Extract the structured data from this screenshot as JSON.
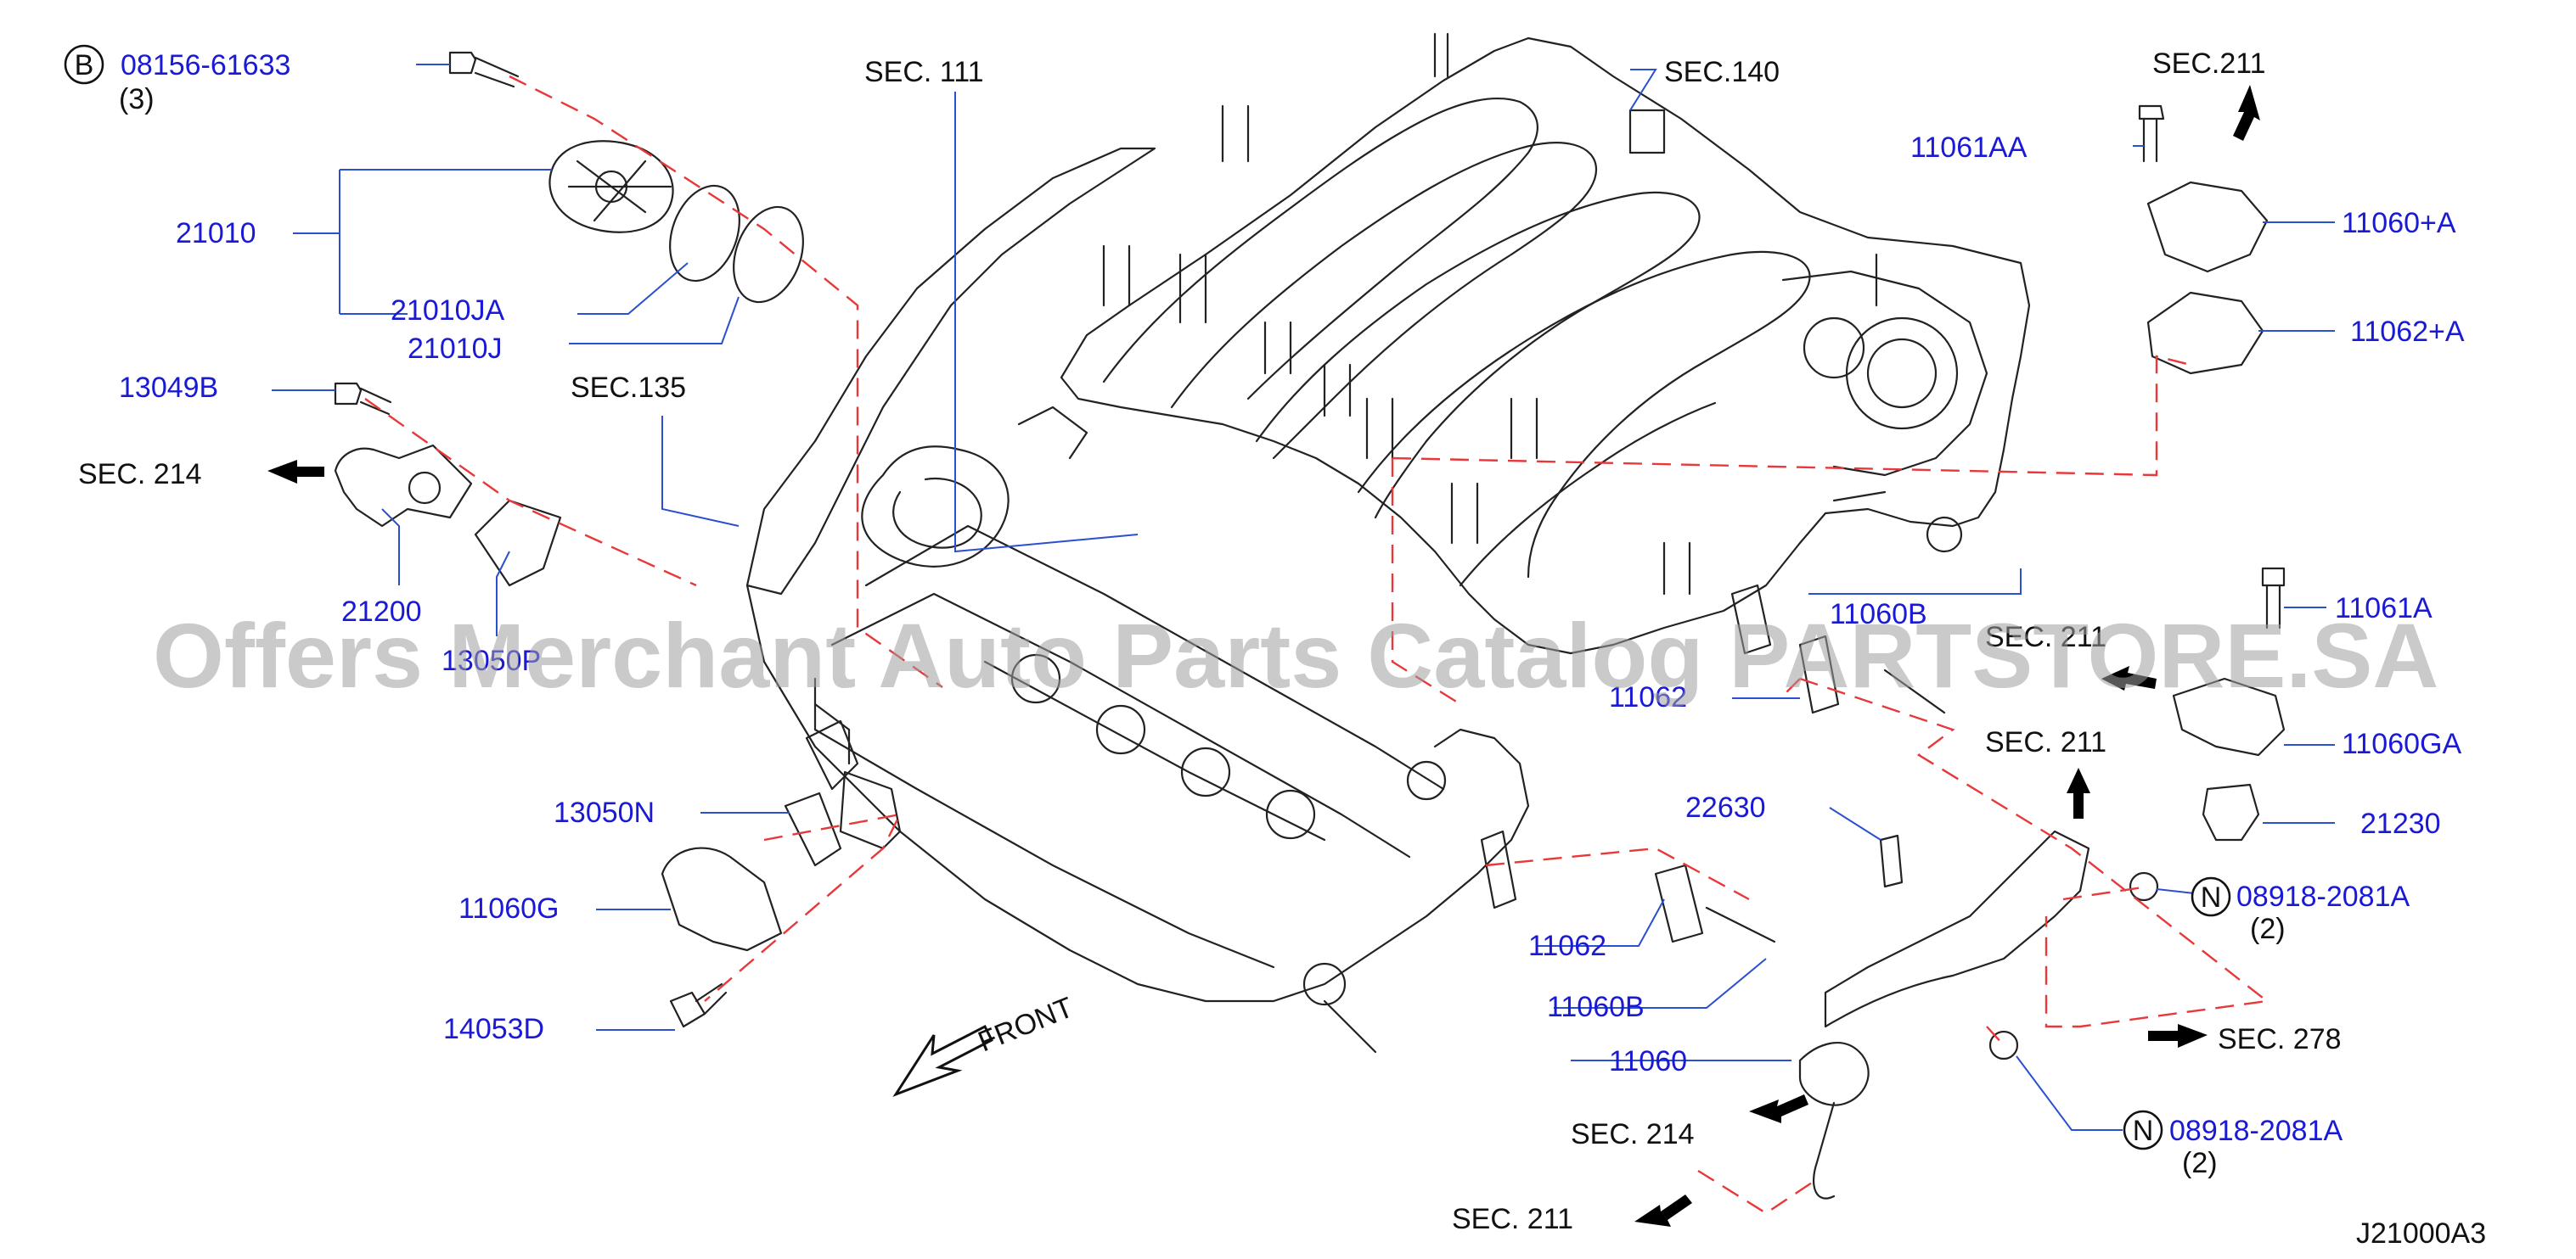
{
  "diagram": {
    "part_labels": [
      {
        "id": "p1",
        "text": "08156-61633"
      },
      {
        "id": "p2",
        "text": "21010"
      },
      {
        "id": "p3",
        "text": "21010JA"
      },
      {
        "id": "p4",
        "text": "21010J"
      },
      {
        "id": "p5",
        "text": "13049B"
      },
      {
        "id": "p6",
        "text": "21200"
      },
      {
        "id": "p7",
        "text": "13050P"
      },
      {
        "id": "p8",
        "text": "13050N"
      },
      {
        "id": "p9",
        "text": "11060G"
      },
      {
        "id": "p10",
        "text": "14053D"
      },
      {
        "id": "p11",
        "text": "11061AA"
      },
      {
        "id": "p12",
        "text": "11060+A"
      },
      {
        "id": "p13",
        "text": "11062+A"
      },
      {
        "id": "p14",
        "text": "11060B"
      },
      {
        "id": "p15",
        "text": "11062"
      },
      {
        "id": "p16",
        "text": "11061A"
      },
      {
        "id": "p17",
        "text": "11060GA"
      },
      {
        "id": "p18",
        "text": "22630"
      },
      {
        "id": "p19",
        "text": "21230"
      },
      {
        "id": "p20",
        "text": "08918-2081A"
      },
      {
        "id": "p21",
        "text": "11062"
      },
      {
        "id": "p22",
        "text": "11060B"
      },
      {
        "id": "p23",
        "text": "11060"
      },
      {
        "id": "p24",
        "text": "08918-2081A"
      }
    ],
    "section_labels": [
      {
        "id": "s1",
        "text": "SEC.  111"
      },
      {
        "id": "s2",
        "text": "SEC.140"
      },
      {
        "id": "s3",
        "text": "SEC.211"
      },
      {
        "id": "s4",
        "text": "SEC.135"
      },
      {
        "id": "s5",
        "text": "SEC.  214"
      },
      {
        "id": "s6",
        "text": "SEC.  211"
      },
      {
        "id": "s7",
        "text": "SEC.  211"
      },
      {
        "id": "s8",
        "text": "SEC.  278"
      },
      {
        "id": "s9",
        "text": "SEC.  214"
      },
      {
        "id": "s10",
        "text": "SEC.  211"
      }
    ],
    "quantities": [
      {
        "id": "q1",
        "text": "(3)"
      },
      {
        "id": "q2",
        "text": "(2)"
      },
      {
        "id": "q3",
        "text": "(2)"
      }
    ],
    "callout_markers": [
      {
        "id": "m1",
        "letter": "B"
      },
      {
        "id": "m2",
        "letter": "N"
      },
      {
        "id": "m3",
        "letter": "N"
      }
    ],
    "direction_label": "FRONT",
    "diagram_code": "J21000A3",
    "watermark": "Offers Merchant Auto Parts Catalog PARTSTORE.SA"
  },
  "colors": {
    "part_number": "#1a1ad6",
    "leader_line": "#2a4fd0",
    "dashed_guide": "#e8383a",
    "outline": "#222222",
    "watermark": "#9e9e9e"
  }
}
